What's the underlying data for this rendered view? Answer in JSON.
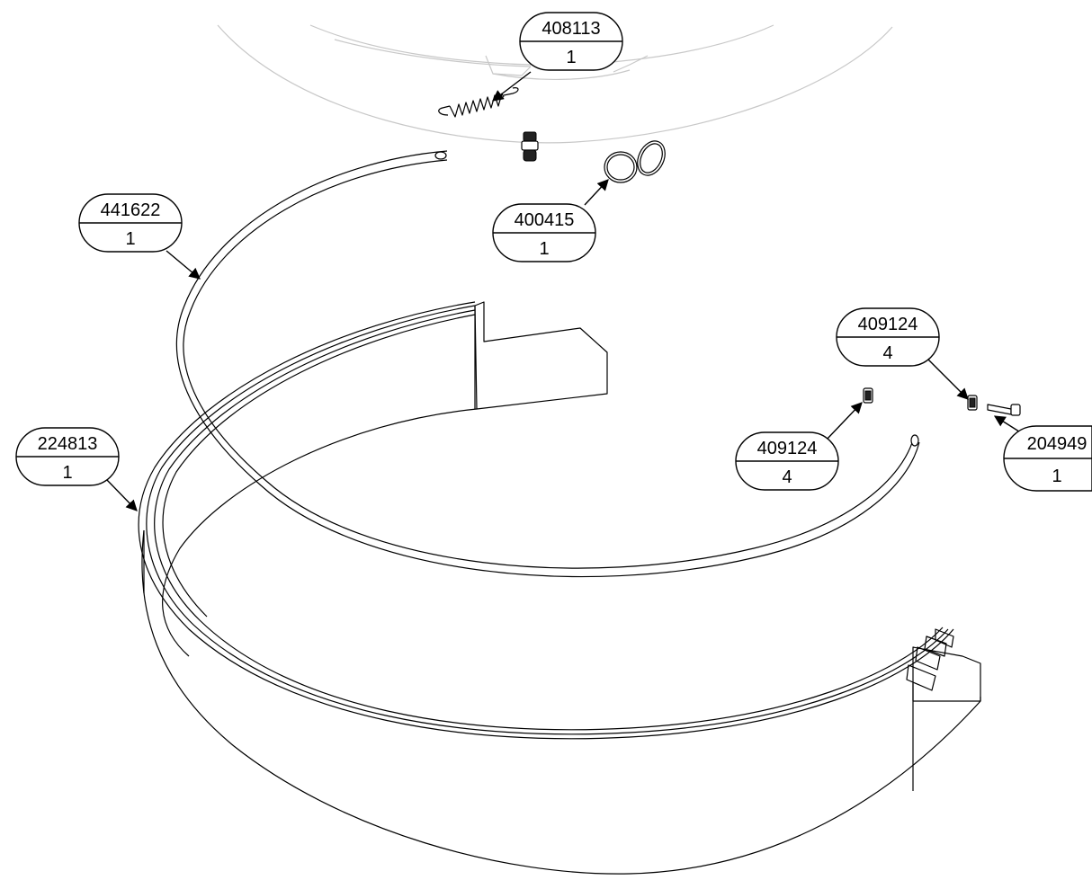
{
  "callouts": [
    {
      "id": "408113",
      "part_number": "408113",
      "quantity": "1"
    },
    {
      "id": "400415",
      "part_number": "400415",
      "quantity": "1"
    },
    {
      "id": "441622",
      "part_number": "441622",
      "quantity": "1"
    },
    {
      "id": "224813",
      "part_number": "224813",
      "quantity": "1"
    },
    {
      "id": "409124-a",
      "part_number": "409124",
      "quantity": "4"
    },
    {
      "id": "409124-b",
      "part_number": "409124",
      "quantity": "4"
    },
    {
      "id": "204949",
      "part_number": "204949",
      "quantity": "1"
    }
  ]
}
